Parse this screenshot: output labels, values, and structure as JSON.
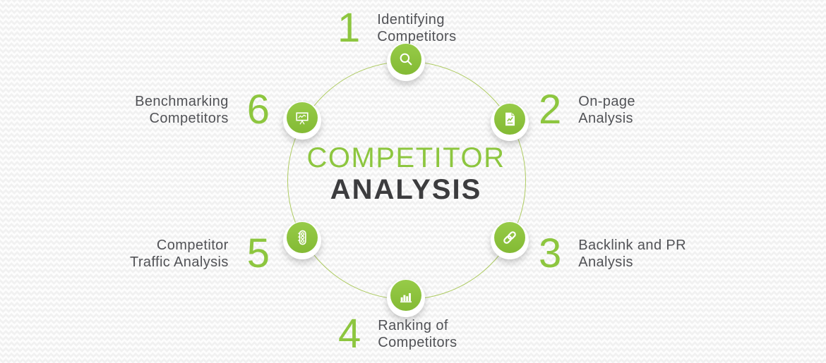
{
  "diagram": {
    "title_line1": "COMPETITOR",
    "title_line2": "ANALYSIS",
    "colors": {
      "accent_green": "#8dc63f",
      "ring_green": "#aecb62",
      "label_gray": "#515256",
      "title_dark": "#3c3c3e",
      "icon_glyph": "#ffffff"
    },
    "steps": [
      {
        "number": "1",
        "label": "Identifying\nCompetitors",
        "icon": "search-icon"
      },
      {
        "number": "2",
        "label": "On-page\nAnalysis",
        "icon": "document-chart-icon"
      },
      {
        "number": "3",
        "label": "Backlink and PR\nAnalysis",
        "icon": "link-icon"
      },
      {
        "number": "4",
        "label": "Ranking of\nCompetitors",
        "icon": "bar-chart-icon"
      },
      {
        "number": "5",
        "label": "Competitor\nTraffic Analysis",
        "icon": "traffic-light-icon"
      },
      {
        "number": "6",
        "label": "Benchmarking\nCompetitors",
        "icon": "presentation-chart-icon"
      }
    ]
  }
}
